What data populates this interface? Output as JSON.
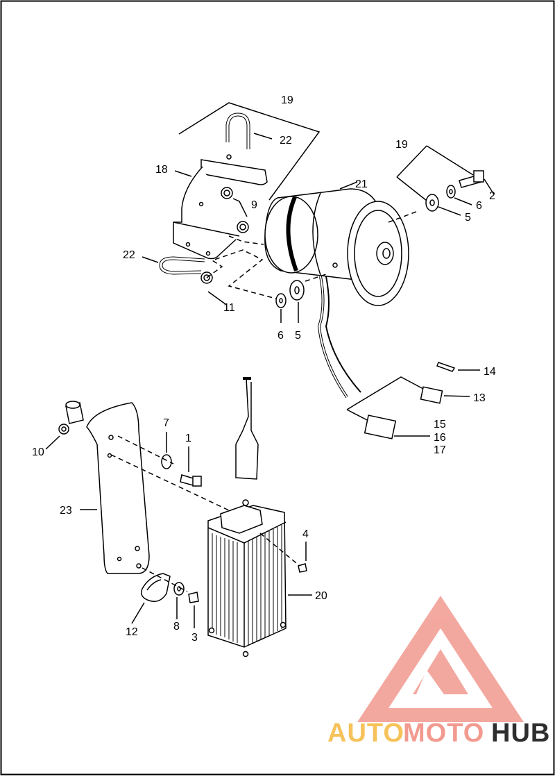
{
  "diagram": {
    "callouts": [
      "19",
      "22",
      "18",
      "9",
      "22",
      "11",
      "21",
      "19",
      "2",
      "6",
      "5",
      "6",
      "5",
      "14",
      "13",
      "15",
      "16",
      "17",
      "7",
      "1",
      "10",
      "23",
      "4",
      "20",
      "12",
      "8",
      "3"
    ]
  },
  "watermark": {
    "word_part1": "AUTO",
    "word_part2": "MOTO",
    "word_part3": "HUB",
    "color_primary": "#f29a8f",
    "color_secondary": "#f6c25a",
    "color_dark": "#2e2e2e"
  }
}
